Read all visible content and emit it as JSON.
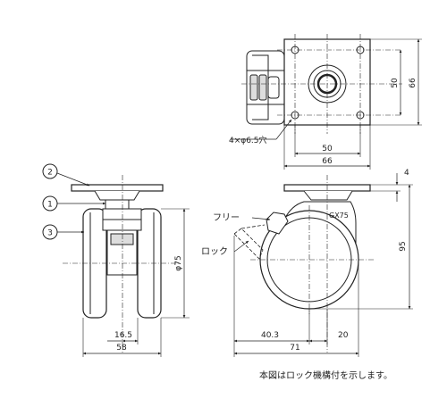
{
  "top_view": {
    "dim_width_outer": "66",
    "dim_width_holes": "50",
    "dim_height_holes": "50",
    "dim_height_outer": "66",
    "hole_note": "4×φ6.5穴"
  },
  "front_view": {
    "callouts": [
      "2",
      "1",
      "3"
    ],
    "dim_diameter": "φ75",
    "dim_half": "16.5",
    "dim_width": "58"
  },
  "side_view": {
    "label_free": "フリー",
    "label_lock": "ロック",
    "model": "GX75",
    "dim_plate": "4",
    "dim_height": "95",
    "dim_offset": "40.3",
    "dim_offset2": "20",
    "dim_total": "71"
  },
  "note": "本図はロック機構付を示します。"
}
